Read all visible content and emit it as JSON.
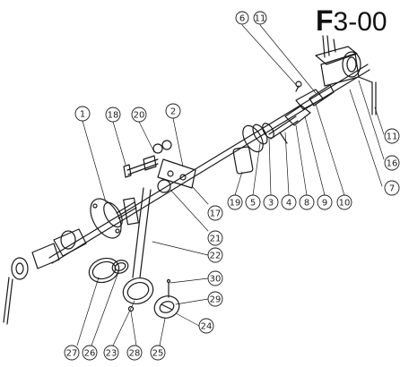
{
  "title": {
    "prefix": "F",
    "rest": "3-00"
  },
  "callouts": [
    "6",
    "11",
    "1",
    "18",
    "20",
    "2",
    "17",
    "21",
    "19",
    "5",
    "3",
    "4",
    "8",
    "9",
    "10",
    "16",
    "7",
    "22",
    "30",
    "29",
    "24",
    "27",
    "26",
    "23",
    "28",
    "25"
  ],
  "colors": {
    "line": "#1a1a1a",
    "background": "#ffffff"
  }
}
